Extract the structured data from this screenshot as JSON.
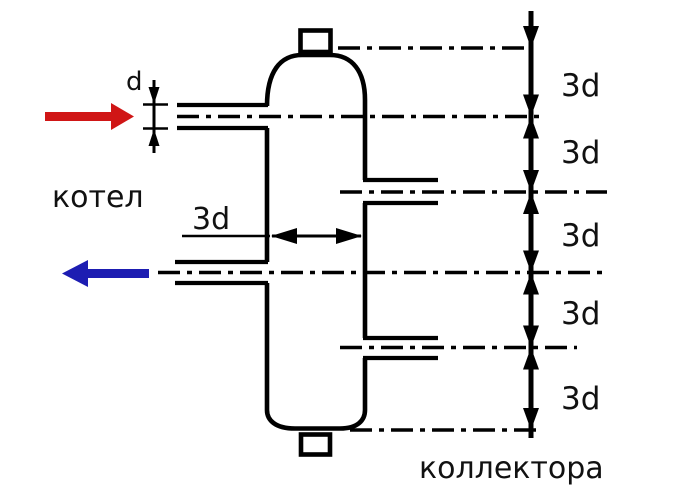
{
  "diagram": {
    "labels": {
      "boiler": "котел",
      "collectors": "коллектора",
      "pipe_diameter": "d",
      "vessel_width": "3d",
      "spacings": [
        "3d",
        "3d",
        "3d",
        "3d",
        "3d"
      ]
    },
    "colors": {
      "outline": "#000000",
      "text": "#111111",
      "supply_arrow": "#d01616",
      "return_arrow": "#1d1db2",
      "background": "#ffffff"
    }
  }
}
